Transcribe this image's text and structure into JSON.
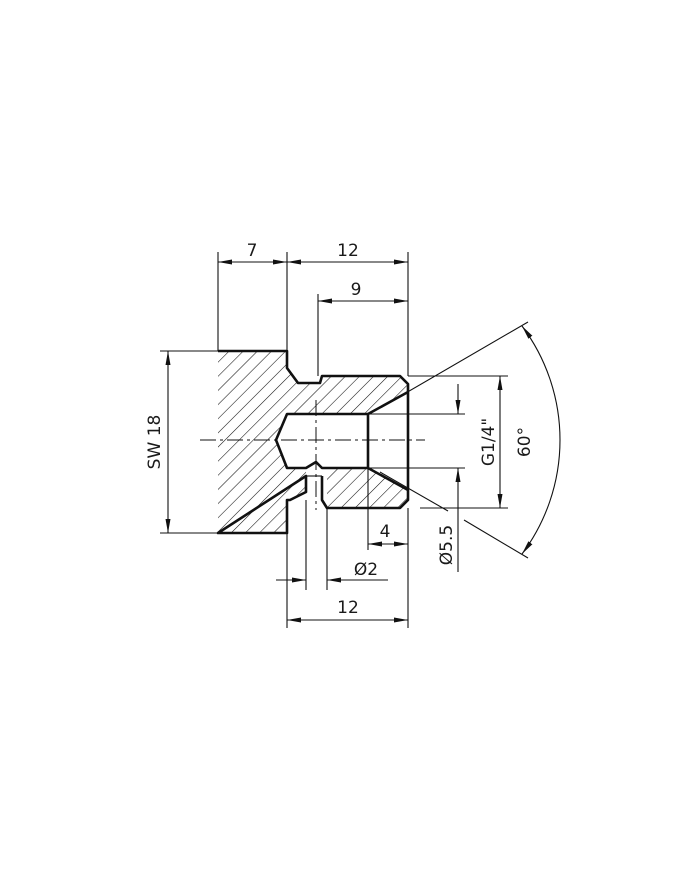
{
  "drawing": {
    "title": "Sectional view of threaded fitting / nozzle",
    "colors": {
      "line": "#111111",
      "background": "#ffffff"
    },
    "dimensions": {
      "head_length": "7",
      "body_length_top": "12",
      "thread_length": "9",
      "across_flats": "SW  18",
      "thread": "G1/4\"",
      "cone_angle": "60°",
      "bore_diameter": "Ø5.5",
      "counterbore_depth": "4",
      "cross_hole_diameter": "Ø2",
      "body_length_bottom": "12"
    }
  }
}
